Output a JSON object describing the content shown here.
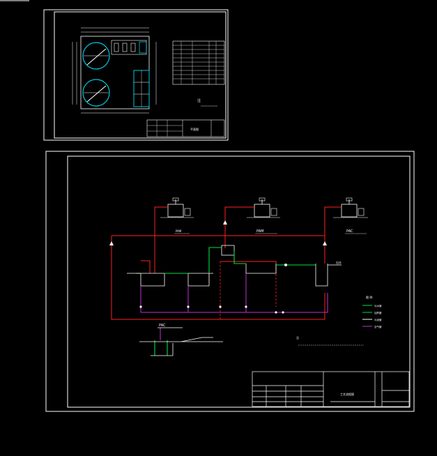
{
  "colors": {
    "background": "#000000",
    "frame": "#ffffff",
    "pipe_red": "#ff2020",
    "pipe_green": "#00e040",
    "pipe_purple": "#c030d0",
    "pipe_white": "#ffffff",
    "outline_cyan": "#00c8e0",
    "dim_blue": "#4060ff"
  },
  "sheet_top": {
    "note_label": "注",
    "title_block_label": "平面图"
  },
  "sheet_bottom": {
    "labels": {
      "reagent_1": "PAM",
      "reagent_2": "PAC",
      "pac_label": "PAC",
      "pam_label": "PAM",
      "outlet": "出水",
      "note_label": "注",
      "title_block_label": "工艺流程图"
    },
    "legend": {
      "title": "图 例",
      "items": [
        "污水管",
        "加药管",
        "污泥管",
        "空气管"
      ]
    }
  },
  "icons": [
    "tank-circle-icon",
    "pump-icon",
    "valve-icon",
    "arrow-icon"
  ]
}
